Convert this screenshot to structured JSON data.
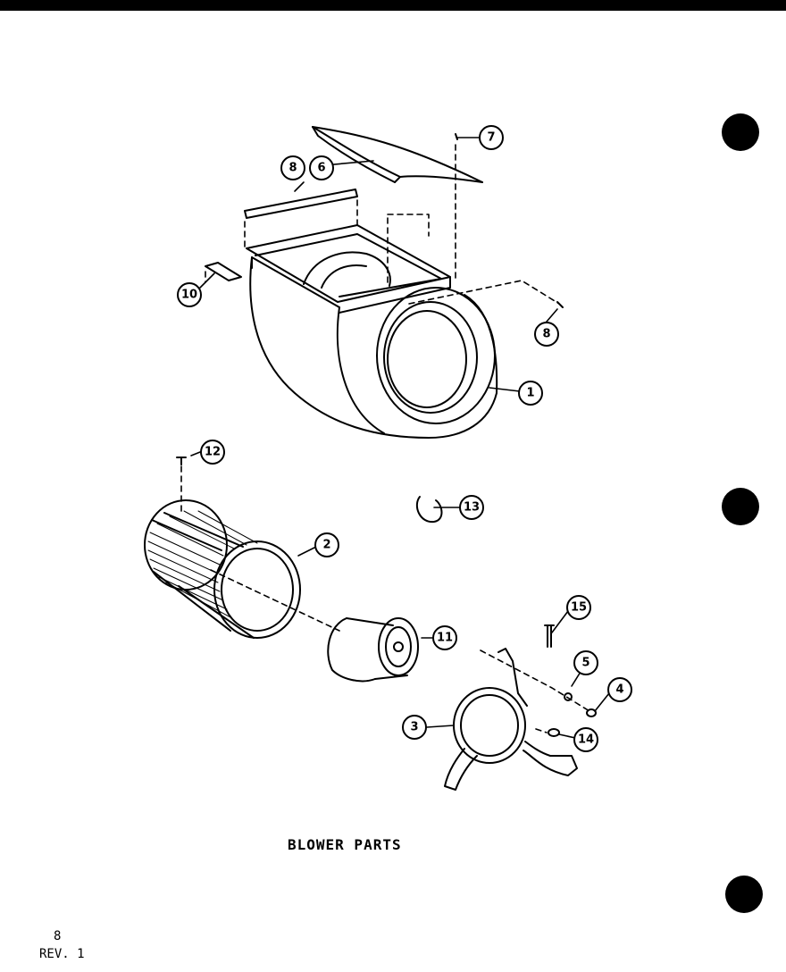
{
  "diagram": {
    "title": "BLOWER PARTS",
    "page_number": "8",
    "revision": "REV. 1",
    "colors": {
      "ink": "#000000",
      "paper": "#ffffff"
    }
  },
  "callouts": [
    {
      "label": "1"
    },
    {
      "label": "2"
    },
    {
      "label": "3"
    },
    {
      "label": "4"
    },
    {
      "label": "5"
    },
    {
      "label": "6"
    },
    {
      "label": "7"
    },
    {
      "label": "8"
    },
    {
      "label": "8"
    },
    {
      "label": "10"
    },
    {
      "label": "11"
    },
    {
      "label": "12"
    },
    {
      "label": "13"
    },
    {
      "label": "14"
    },
    {
      "label": "15"
    }
  ]
}
